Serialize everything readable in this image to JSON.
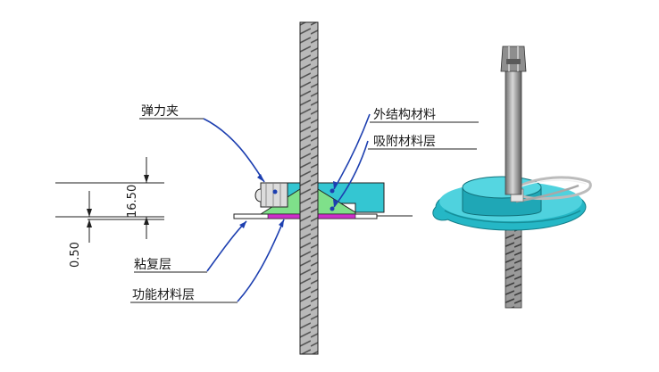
{
  "labels": {
    "spring_clip": "弹力夹",
    "outer_structure": "外结构材料",
    "adsorption_layer": "吸附材料层",
    "adhesive_layer": "粘复层",
    "functional_layer": "功能材料层"
  },
  "dimensions": {
    "total": "16.50",
    "base": "0.50"
  },
  "colors": {
    "cyan": "#34c6d2",
    "green": "#7fe08a",
    "magenta": "#cc2fc8",
    "leader_blue": "#1d3fb0",
    "rod_gray": "#8c8c8c"
  }
}
